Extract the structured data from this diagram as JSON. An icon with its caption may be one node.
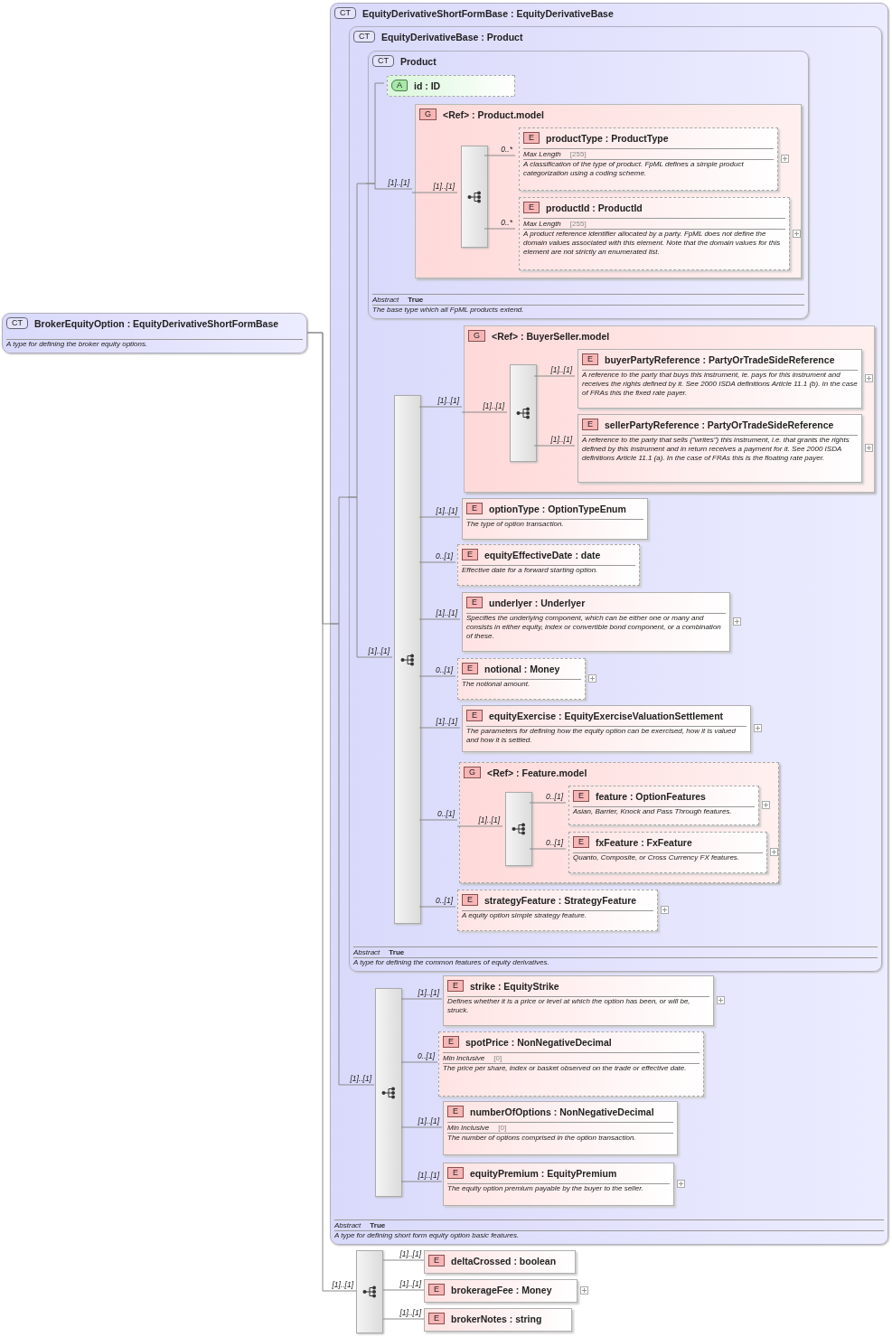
{
  "diagram": {
    "nodes": [
      {
        "text": [
          "CT",
          "BrokerEquityOption : EquityDerivativeShortFormBase",
          "A type for defining the broker equity options."
        ]
      },
      {
        "text": [
          "CT",
          "EquityDerivativeShortFormBase : EquityDerivativeBase",
          "Abstract",
          "True",
          "A type for defining short form equity option basic features."
        ]
      },
      {
        "text": [
          "CT",
          "EquityDerivativeBase : Product",
          "Abstract",
          "True",
          "A type for defining the common features of equity derivatives."
        ],
        "in": 1
      },
      {
        "text": [
          "CT",
          "Product",
          "Abstract",
          "True",
          "The base type which all FpML products extend."
        ],
        "in": 2
      },
      {
        "text": [
          "A",
          "id : ID"
        ],
        "in": 3
      },
      {
        "text": [
          "G",
          "<Ref> : Product.model"
        ],
        "in": 3
      },
      {
        "text": [],
        "shape": "bar",
        "in": 5
      },
      {
        "text": [
          "E",
          "productType : ProductType",
          "Max Length",
          "[255]",
          "A classification of the type of product. FpML defines a simple product categorization using a coding scheme."
        ],
        "in": 5
      },
      {
        "text": [
          "E",
          "productId : ProductId",
          "Max Length",
          "[255]",
          "A product reference identifier allocated by a party. FpML does not define the domain values associated with this element. Note that the domain values for this element are not strictly an enumerated list."
        ],
        "in": 5
      },
      {
        "text": [
          "G",
          "<Ref> : BuyerSeller.model"
        ],
        "in": 2
      },
      {
        "text": [],
        "shape": "bar",
        "in": 9
      },
      {
        "text": [
          "E",
          "buyerPartyReference : PartyOrTradeSideReference",
          "A reference to the party that buys this instrument, ie. pays for this instrument and receives the rights defined by it. See 2000 ISDA definitions Article 11.1 (b). In the case of FRAs this the fixed rate payer."
        ],
        "in": 9
      },
      {
        "text": [
          "E",
          "sellerPartyReference : PartyOrTradeSideReference",
          "A reference to the party that sells (\"writes\") this instrument, i.e. that grants the rights defined by this instrument and in return receives a payment for it. See 2000 ISDA definitions Article 11.1 (a). In the case of FRAs this is the floating rate payer."
        ],
        "in": 9
      },
      {
        "text": [],
        "shape": "bar",
        "in": 2
      },
      {
        "text": [
          "E",
          "optionType : OptionTypeEnum",
          "The type of option transaction."
        ],
        "in": 2
      },
      {
        "text": [
          "E",
          "equityEffectiveDate : date",
          "Effective date for a forward starting option."
        ],
        "in": 2
      },
      {
        "text": [
          "E",
          "underlyer : Underlyer",
          "Specifies the underlying component, which can be either one or many and consists in either equity, index or convertible bond component, or a combination of these."
        ],
        "in": 2
      },
      {
        "text": [
          "E",
          "notional : Money",
          "The notional amount."
        ],
        "in": 2
      },
      {
        "text": [
          "E",
          "equityExercise : EquityExerciseValuationSettlement",
          "The parameters for defining how the equity option can be exercised, how it is valued and how it is settled."
        ],
        "in": 2
      },
      {
        "text": [
          "G",
          "<Ref> : Feature.model"
        ],
        "in": 2
      },
      {
        "text": [],
        "shape": "bar",
        "in": 19
      },
      {
        "text": [
          "E",
          "feature : OptionFeatures",
          "Asian, Barrier, Knock and Pass Through features."
        ],
        "in": 19
      },
      {
        "text": [
          "E",
          "fxFeature : FxFeature",
          "Quanto, Composite, or Cross Currency FX features."
        ],
        "in": 19
      },
      {
        "text": [
          "E",
          "strategyFeature : StrategyFeature",
          "A equity option simple strategy feature."
        ],
        "in": 2
      },
      {
        "text": [],
        "shape": "bar",
        "in": 1
      },
      {
        "text": [
          "E",
          "strike : EquityStrike",
          "Defines whether it is a price or level at which the option has been, or will be, struck."
        ],
        "in": 1
      },
      {
        "text": [
          "E",
          "spotPrice : NonNegativeDecimal",
          "Min Inclusive",
          "[0]",
          "The price per share, index or basket observed on the trade or effective date."
        ],
        "in": 1
      },
      {
        "text": [
          "E",
          "numberOfOptions : NonNegativeDecimal",
          "Min Inclusive",
          "[0]",
          "The number of options comprised in the option transaction."
        ],
        "in": 1
      },
      {
        "text": [
          "E",
          "equityPremium : EquityPremium",
          "The equity option premium payable by the buyer to the seller."
        ],
        "in": 1
      },
      {
        "text": [],
        "shape": "bar"
      },
      {
        "text": [
          "E",
          "deltaCrossed : boolean"
        ]
      },
      {
        "text": [
          "E",
          "brokerageFee : Money"
        ]
      },
      {
        "text": [
          "E",
          "brokerNotes : string"
        ]
      }
    ],
    "edges": [
      {
        "from": 0,
        "to": 1,
        "arrow": "none"
      },
      {
        "from": 0,
        "to": 29,
        "arrow": "none",
        "label": "[1]..[1]"
      },
      {
        "from": 1,
        "to": 2,
        "arrow": "none"
      },
      {
        "from": 1,
        "to": 24,
        "arrow": "none",
        "label": "[1]..[1]"
      },
      {
        "from": 2,
        "to": 3,
        "arrow": "none"
      },
      {
        "from": 2,
        "to": 13,
        "arrow": "none",
        "label": "[1]..[1]"
      },
      {
        "from": 3,
        "to": 4,
        "arrow": "none"
      },
      {
        "from": 3,
        "to": 5,
        "arrow": "none",
        "label": "[1]..[1]"
      },
      {
        "from": 5,
        "to": 6,
        "arrow": "none",
        "label": "[1]..[1]"
      },
      {
        "from": 6,
        "to": 7,
        "arrow": "none",
        "label": "0..*"
      },
      {
        "from": 6,
        "to": 8,
        "arrow": "none",
        "label": "0..*"
      },
      {
        "from": 13,
        "to": 9,
        "arrow": "none",
        "label": "[1]..[1]"
      },
      {
        "from": 9,
        "to": 10,
        "arrow": "none",
        "label": "[1]..[1]"
      },
      {
        "from": 10,
        "to": 11,
        "arrow": "none",
        "label": "[1]..[1]"
      },
      {
        "from": 10,
        "to": 12,
        "arrow": "none",
        "label": "[1]..[1]"
      },
      {
        "from": 13,
        "to": 14,
        "arrow": "none",
        "label": "[1]..[1]"
      },
      {
        "from": 13,
        "to": 15,
        "arrow": "none",
        "label": "0..[1]"
      },
      {
        "from": 13,
        "to": 16,
        "arrow": "none",
        "label": "[1]..[1]"
      },
      {
        "from": 13,
        "to": 17,
        "arrow": "none",
        "label": "0..[1]"
      },
      {
        "from": 13,
        "to": 18,
        "arrow": "none",
        "label": "[1]..[1]"
      },
      {
        "from": 13,
        "to": 19,
        "arrow": "none",
        "label": "0..[1]"
      },
      {
        "from": 19,
        "to": 20,
        "arrow": "none",
        "label": "[1]..[1]"
      },
      {
        "from": 20,
        "to": 21,
        "arrow": "none",
        "label": "0..[1]"
      },
      {
        "from": 20,
        "to": 22,
        "arrow": "none",
        "label": "0..[1]"
      },
      {
        "from": 13,
        "to": 23,
        "arrow": "none",
        "label": "0..[1]"
      },
      {
        "from": 24,
        "to": 25,
        "arrow": "none",
        "label": "[1]..[1]"
      },
      {
        "from": 24,
        "to": 26,
        "arrow": "none",
        "label": "0..[1]"
      },
      {
        "from": 24,
        "to": 27,
        "arrow": "none",
        "label": "[1]..[1]"
      },
      {
        "from": 24,
        "to": 28,
        "arrow": "none",
        "label": "[1]..[1]"
      },
      {
        "from": 29,
        "to": 30,
        "arrow": "none",
        "label": "[1]..[1]"
      },
      {
        "from": 29,
        "to": 31,
        "arrow": "none",
        "label": "[1]..[1]"
      },
      {
        "from": 29,
        "to": 32,
        "arrow": "none",
        "label": "[1]..[1]"
      }
    ]
  }
}
